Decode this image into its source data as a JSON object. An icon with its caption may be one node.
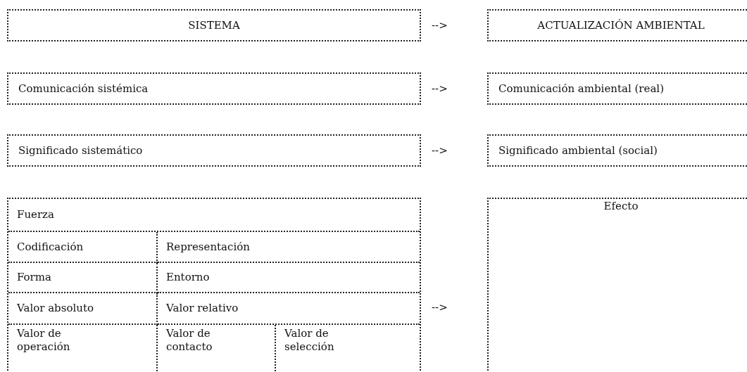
{
  "diagram": {
    "nodes": [
      {
        "text": [
          "SISTEMA"
        ]
      },
      {
        "text": [
          "ACTUALIZACIÓN AMBIENTAL"
        ]
      },
      {
        "text": [
          "Comunicación sistémica"
        ]
      },
      {
        "text": [
          "Comunicación ambiental (real)"
        ]
      },
      {
        "text": [
          "Significado sistemático"
        ]
      },
      {
        "text": [
          "Significado ambiental (social)"
        ]
      },
      {
        "text": [],
        "shape": "box"
      },
      {
        "text": [
          "Fuerza"
        ],
        "in": 6
      },
      {
        "text": [
          "Codificación"
        ],
        "in": 6
      },
      {
        "text": [
          "Representación"
        ],
        "in": 6
      },
      {
        "text": [
          "Forma"
        ],
        "in": 6
      },
      {
        "text": [
          "Entorno"
        ],
        "in": 6
      },
      {
        "text": [
          "Valor absoluto"
        ],
        "in": 6
      },
      {
        "text": [
          "Valor relativo"
        ],
        "in": 6
      },
      {
        "text": [
          "Valor de operación"
        ],
        "in": 6
      },
      {
        "text": [
          "Valor de contacto"
        ],
        "in": 6
      },
      {
        "text": [
          "Valor de selección"
        ],
        "in": 6
      },
      {
        "text": [
          "Efecto"
        ]
      }
    ],
    "labels": [
      "-->",
      "-->",
      "-->",
      "-->"
    ]
  }
}
